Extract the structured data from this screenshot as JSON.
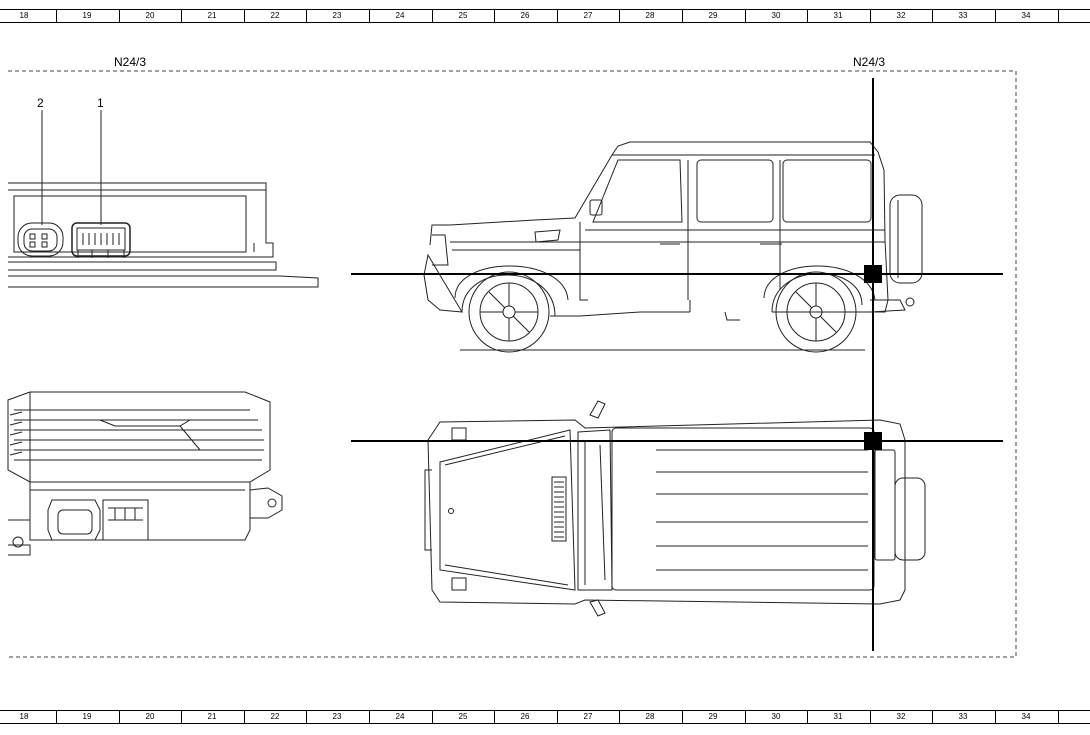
{
  "ruler": {
    "numbers": [
      "18",
      "19",
      "20",
      "21",
      "22",
      "23",
      "24",
      "25",
      "26",
      "27",
      "28",
      "29",
      "30",
      "31",
      "32",
      "33",
      "34"
    ]
  },
  "labels": {
    "component_left": "N24/3",
    "component_right": "N24/3",
    "connector_2": "2",
    "connector_1": "1"
  }
}
